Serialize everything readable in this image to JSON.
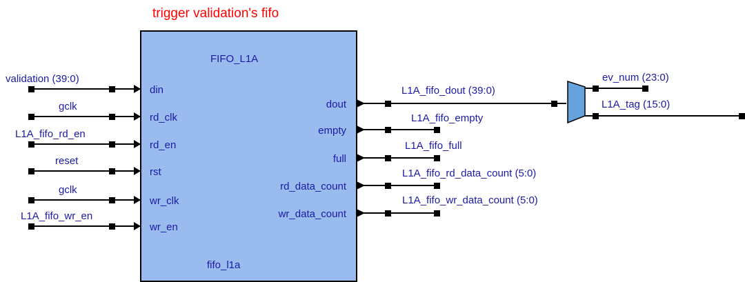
{
  "diagram": {
    "title": "trigger validation's fifo",
    "block": {
      "name": "FIFO_L1A",
      "instance": "fifo_l1a",
      "fill": "#99bbee",
      "input_ports": [
        "din",
        "rd_clk",
        "rd_en",
        "rst",
        "wr_clk",
        "wr_en"
      ],
      "output_ports": [
        "dout",
        "empty",
        "full",
        "rd_data_count",
        "wr_data_count"
      ]
    },
    "input_signals": [
      "validation (39:0)",
      "gclk",
      "L1A_fifo_rd_en",
      "reset",
      "gclk",
      "L1A_fifo_wr_en"
    ],
    "output_signals": [
      "L1A_fifo_dout (39:0)",
      "L1A_fifo_empty",
      "L1A_fifo_full",
      "L1A_fifo_rd_data_count (5:0)",
      "L1A_fifo_wr_data_count (5:0)"
    ],
    "splitter_outputs": [
      "ev_num (23:0)",
      "L1A_tag (15:0)"
    ],
    "colors": {
      "title": "#ff0000",
      "label": "#1a1aa6",
      "wire": "#000000"
    }
  }
}
